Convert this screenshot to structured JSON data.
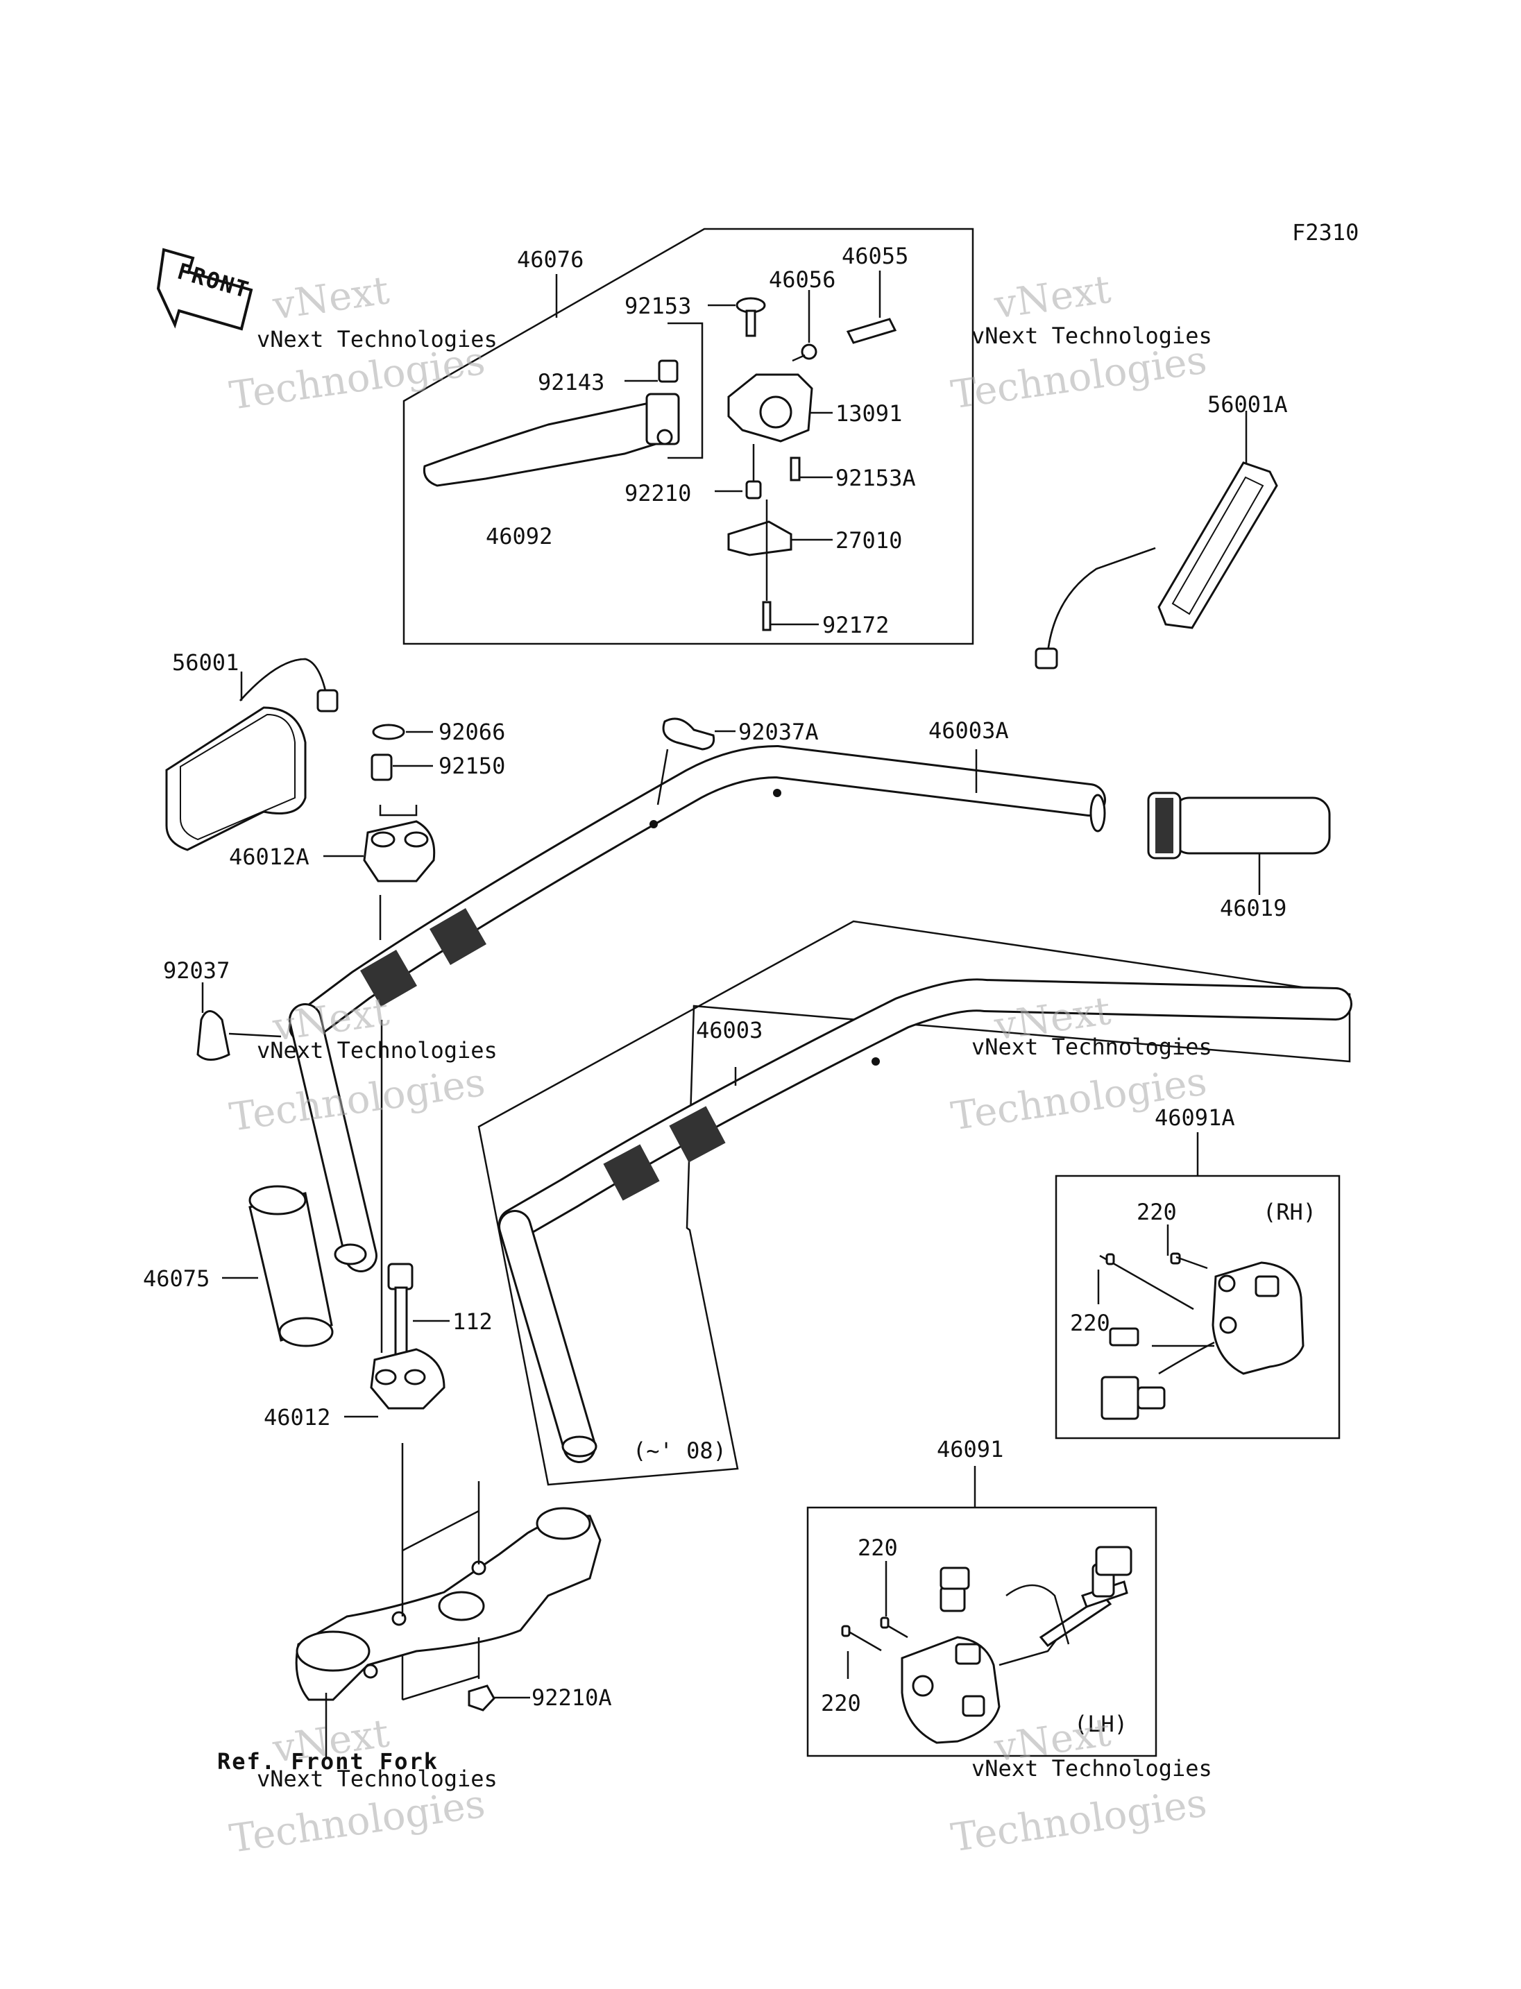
{
  "figure_code": "F2310",
  "front_label": "FRONT",
  "labels": {
    "l46076": "46076",
    "l46055": "46055",
    "l46056": "46056",
    "l92153": "92153",
    "l92143": "92143",
    "l13091": "13091",
    "l92210": "92210",
    "l92153A": "92153A",
    "l46092": "46092",
    "l27010": "27010",
    "l92172": "92172",
    "l56001A": "56001A",
    "l56001": "56001",
    "l92066": "92066",
    "l92150": "92150",
    "l46012A": "46012A",
    "l92037A": "92037A",
    "l46003A": "46003A",
    "l46019": "46019",
    "l92037": "92037",
    "l46003": "46003",
    "l46091A": "46091A",
    "l220a": "220",
    "lRH": "(RH)",
    "l220b": "220",
    "l46075": "46075",
    "l112": "112",
    "l46012": "46012",
    "l08": "(~' 08)",
    "l46091": "46091",
    "l220c": "220",
    "l220d": "220",
    "lLH": "(LH)",
    "l92210A": "92210A",
    "lRef": "Ref. Front Fork"
  },
  "watermark": {
    "line1": "vNext",
    "line2": "vNext Technologies",
    "line3": "Technologies"
  }
}
